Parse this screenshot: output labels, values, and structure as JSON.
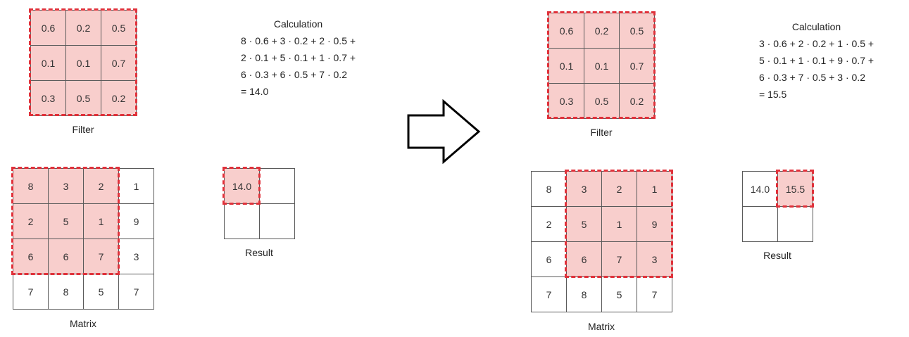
{
  "colors": {
    "highlight_fill": "#f8cecc",
    "highlight_border": "#e0313a",
    "grid_line": "#5a5a5a"
  },
  "labels": {
    "filter": "Filter",
    "matrix": "Matrix",
    "result": "Result",
    "calculation": "Calculation"
  },
  "filter": [
    [
      "0.6",
      "0.2",
      "0.5"
    ],
    [
      "0.1",
      "0.1",
      "0.7"
    ],
    [
      "0.3",
      "0.5",
      "0.2"
    ]
  ],
  "matrix": [
    [
      "8",
      "3",
      "2",
      "1"
    ],
    [
      "2",
      "5",
      "1",
      "9"
    ],
    [
      "6",
      "6",
      "7",
      "3"
    ],
    [
      "7",
      "8",
      "5",
      "7"
    ]
  ],
  "arrow_icon": "right-arrow-icon",
  "panels": [
    {
      "calc_lines": [
        "8 · 0.6 + 3 · 0.2 + 2 · 0.5 +",
        "2 · 0.1 + 5 · 0.1 + 1 · 0.7 +",
        "6 · 0.3 + 6 · 0.5 + 7 · 0.2",
        " = 14.0"
      ],
      "result": [
        [
          "14.0",
          ""
        ],
        [
          "",
          ""
        ]
      ],
      "window_col": 0,
      "result_hl_col": 0
    },
    {
      "calc_lines": [
        "3 · 0.6 + 2 · 0.2 + 1 · 0.5 +",
        "5 · 0.1 + 1 · 0.1 + 9 · 0.7 +",
        "6 · 0.3 + 7 · 0.5 + 3 · 0.2",
        " = 15.5"
      ],
      "result": [
        [
          "14.0",
          "15.5"
        ],
        [
          "",
          ""
        ]
      ],
      "window_col": 1,
      "result_hl_col": 1
    }
  ]
}
